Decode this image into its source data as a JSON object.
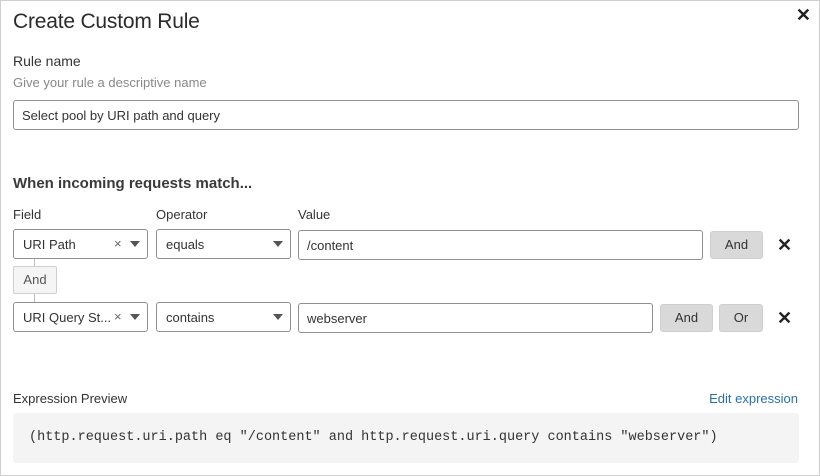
{
  "dialog": {
    "title": "Create Custom Rule",
    "close_icon": "close-icon"
  },
  "rule_name": {
    "label": "Rule name",
    "hint": "Give your rule a descriptive name",
    "value": "Select pool by URI path and query"
  },
  "conditions": {
    "heading": "When incoming requests match...",
    "columns": {
      "field": "Field",
      "operator": "Operator",
      "value": "Value"
    },
    "connector_label": "And",
    "rows": [
      {
        "field": "URI Path",
        "operator": "equals",
        "value": "/content",
        "buttons": [
          "And"
        ]
      },
      {
        "field": "URI Query St...",
        "operator": "contains",
        "value": "webserver",
        "buttons": [
          "And",
          "Or"
        ]
      }
    ],
    "clear_glyph": "×",
    "remove_icon": "close-icon"
  },
  "expression": {
    "label": "Expression Preview",
    "edit_link": "Edit expression",
    "text": "(http.request.uri.path eq \"/content\" and http.request.uri.query contains \"webserver\")"
  }
}
